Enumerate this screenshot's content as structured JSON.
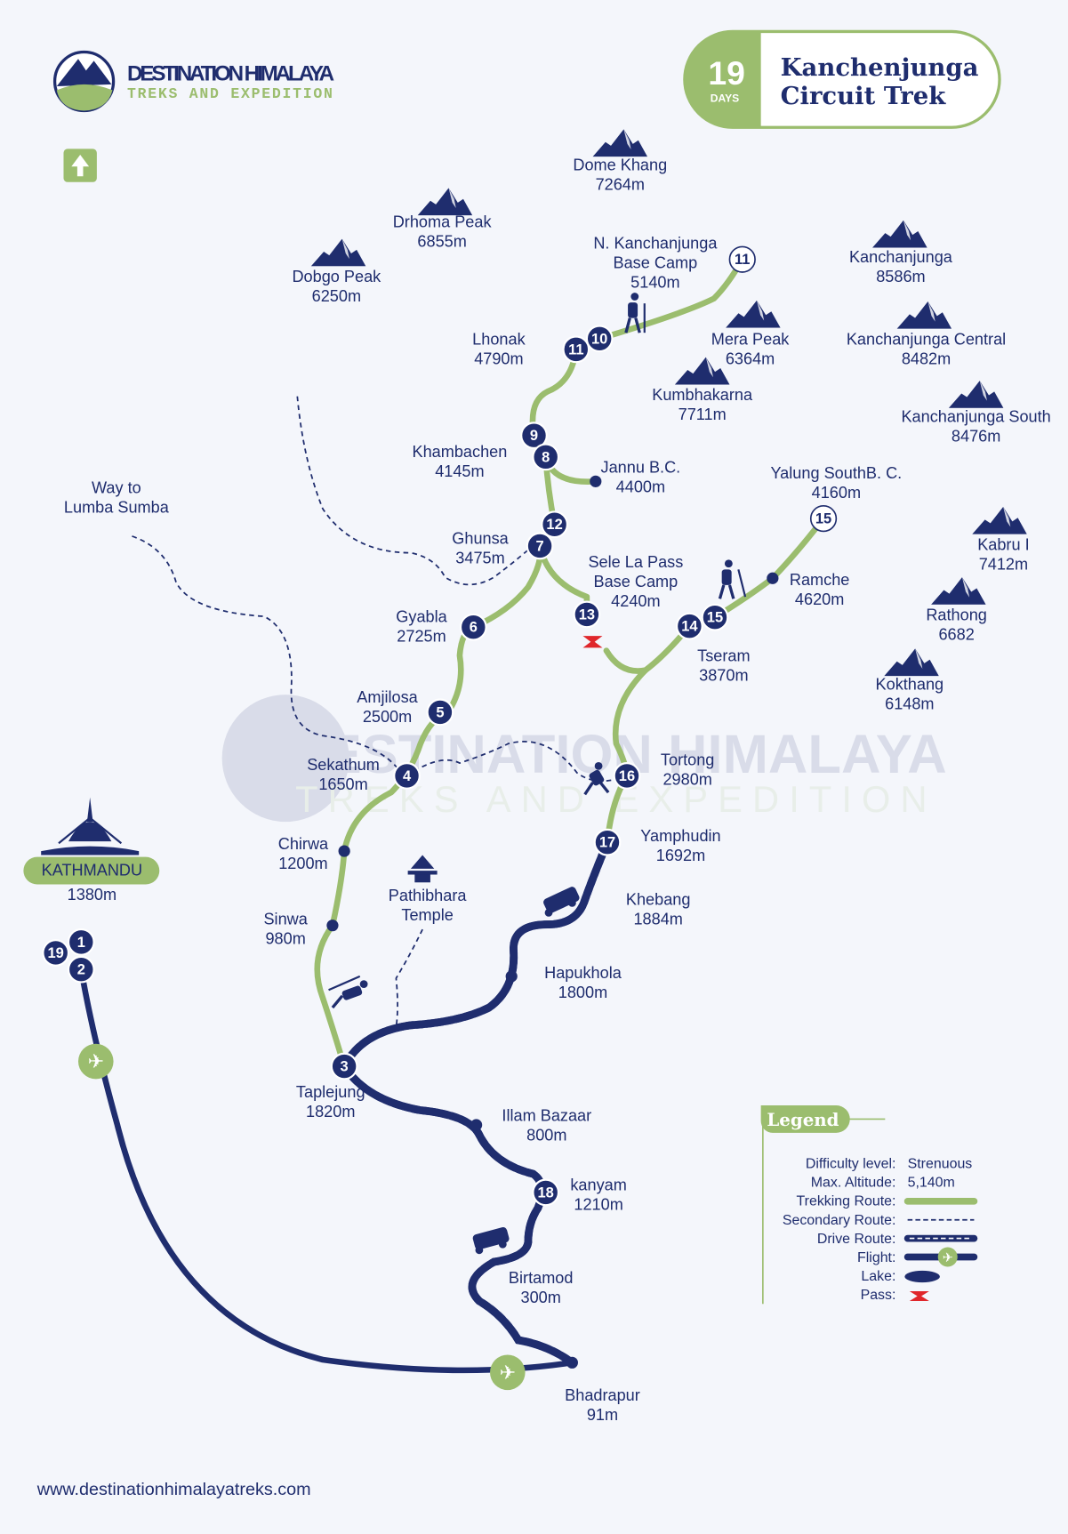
{
  "colors": {
    "navy": "#1f2d6e",
    "green": "#9bbd6e",
    "background": "#f4f6fb",
    "pass": "#e0262b"
  },
  "logo": {
    "name": "DESTINATION HIMALAYA",
    "tagline": "TREKS AND EXPEDITION"
  },
  "title_badge": {
    "days": "19",
    "days_label": "DAYS",
    "line1": "Kanchenjunga",
    "line2": "Circuit Trek"
  },
  "north_icon": "arrow-up-icon",
  "watermark": {
    "line1": "DESTINATION HIMALAYA",
    "line2": "TREKS AND EXPEDITION"
  },
  "peaks": [
    {
      "name": "Dome Khang",
      "elev": "7264m"
    },
    {
      "name": "Drhoma Peak",
      "elev": "6855m"
    },
    {
      "name": "Dobgo Peak",
      "elev": "6250m"
    },
    {
      "name": "Kanchanjunga",
      "elev": "8586m"
    },
    {
      "name": "Mera Peak",
      "elev": "6364m"
    },
    {
      "name": "Kanchanjunga Central",
      "elev": "8482m"
    },
    {
      "name": "Kumbhakarna",
      "elev": "7711m"
    },
    {
      "name": "Kanchanjunga South",
      "elev": "8476m"
    },
    {
      "name": "Kabru I",
      "elev": "7412m"
    },
    {
      "name": "Rathong",
      "elev": "6682"
    },
    {
      "name": "Kokthang",
      "elev": "6148m"
    }
  ],
  "places": [
    {
      "name": "N. Kanchanjunga",
      "name2": "Base Camp",
      "elev": "5140m"
    },
    {
      "name": "Lhonak",
      "elev": "4790m"
    },
    {
      "name": "Khambachen",
      "elev": "4145m"
    },
    {
      "name": "Jannu B.C.",
      "elev": "4400m"
    },
    {
      "name": "Yalung SouthB. C.",
      "elev": "4160m"
    },
    {
      "name": "Way to",
      "elev": "Lumba Sumba"
    },
    {
      "name": "Ghunsa",
      "elev": "3475m"
    },
    {
      "name": "Sele La Pass",
      "name2": "Base Camp",
      "elev": "4240m"
    },
    {
      "name": "Ramche",
      "elev": "4620m"
    },
    {
      "name": "Gyabla",
      "elev": "2725m"
    },
    {
      "name": "Tseram",
      "elev": "3870m"
    },
    {
      "name": "Amjilosa",
      "elev": "2500m"
    },
    {
      "name": "Sekathum",
      "elev": "1650m"
    },
    {
      "name": "Tortong",
      "elev": "2980m"
    },
    {
      "name": "Chirwa",
      "elev": "1200m"
    },
    {
      "name": "Yamphudin",
      "elev": "1692m"
    },
    {
      "name": "Pathibhara",
      "elev": "Temple"
    },
    {
      "name": "Khebang",
      "elev": "1884m"
    },
    {
      "name": "Sinwa",
      "elev": "980m"
    },
    {
      "name": "Hapukhola",
      "elev": "1800m"
    },
    {
      "name": "Taplejung",
      "elev": "1820m"
    },
    {
      "name": "Illam Bazaar",
      "elev": "800m"
    },
    {
      "name": "kanyam",
      "elev": "1210m"
    },
    {
      "name": "Birtamod",
      "elev": "300m"
    },
    {
      "name": "Bhadrapur",
      "elev": "91m"
    },
    {
      "name": "KATHMANDU",
      "elev": "1380m"
    }
  ],
  "day_markers": [
    "11",
    "10",
    "11",
    "9",
    "8",
    "12",
    "7",
    "13",
    "14",
    "15",
    "15",
    "6",
    "5",
    "4",
    "16",
    "17",
    "3",
    "18",
    "19",
    "1",
    "2"
  ],
  "legend": {
    "title": "Legend",
    "rows": [
      {
        "label": "Difficulty level:",
        "value": "Strenuous"
      },
      {
        "label": "Max. Altitude:",
        "value": "5,140m"
      },
      {
        "label": "Trekking Route:",
        "value": ""
      },
      {
        "label": "Secondary Route:",
        "value": ""
      },
      {
        "label": "Drive Route:",
        "value": ""
      },
      {
        "label": "Flight:",
        "value": ""
      },
      {
        "label": "Lake:",
        "value": ""
      },
      {
        "label": "Pass:",
        "value": ""
      }
    ]
  },
  "footer": {
    "website": "www.destinationhimalayatreks.com"
  }
}
